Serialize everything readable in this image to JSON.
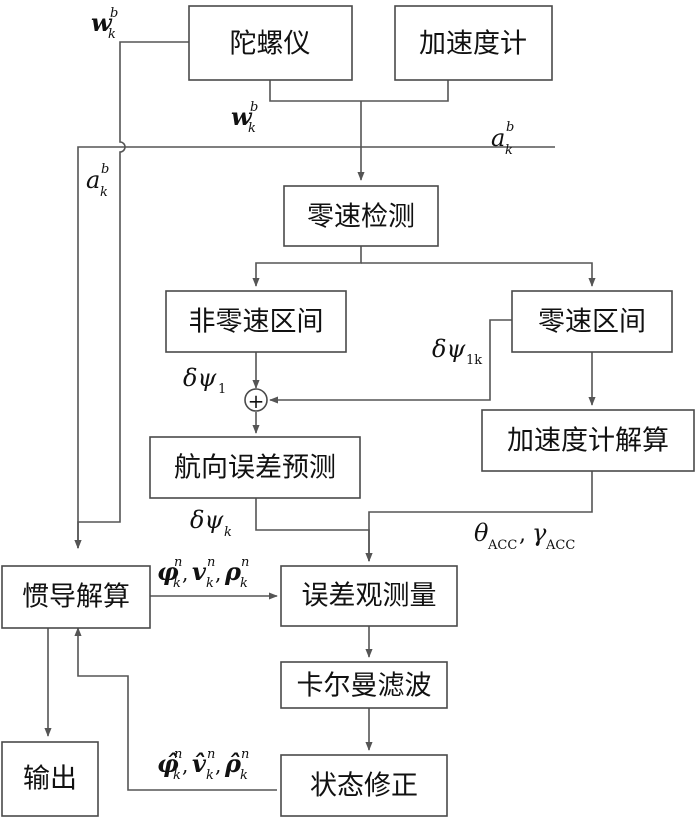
{
  "boxes": {
    "gyro": "陀螺仪",
    "accelerometer": "加速度计",
    "zero_velocity_detection": "零速检测",
    "non_zero_velocity_interval": "非零速区间",
    "zero_velocity_interval": "零速区间",
    "heading_error_prediction": "航向误差预测",
    "accelerometer_solution": "加速度计解算",
    "ins_solution": "惯导解算",
    "error_observation": "误差观测量",
    "kalman_filter": "卡尔曼滤波",
    "output": "输出",
    "state_correction": "状态修正"
  },
  "symbols": {
    "w": "w",
    "a": "a",
    "b": "b",
    "k": "k",
    "n": "n",
    "delta_psi": "δψ",
    "sub_1": "1",
    "sub_1k": "1k",
    "theta": "θ",
    "gamma": "γ",
    "acc": "ACC",
    "comma": ",",
    "phi": "φ",
    "v": "v",
    "rho": "ρ",
    "phi_hat": "φ̂",
    "v_hat": "v̂",
    "rho_hat": "ρ̂",
    "sum": "+"
  }
}
